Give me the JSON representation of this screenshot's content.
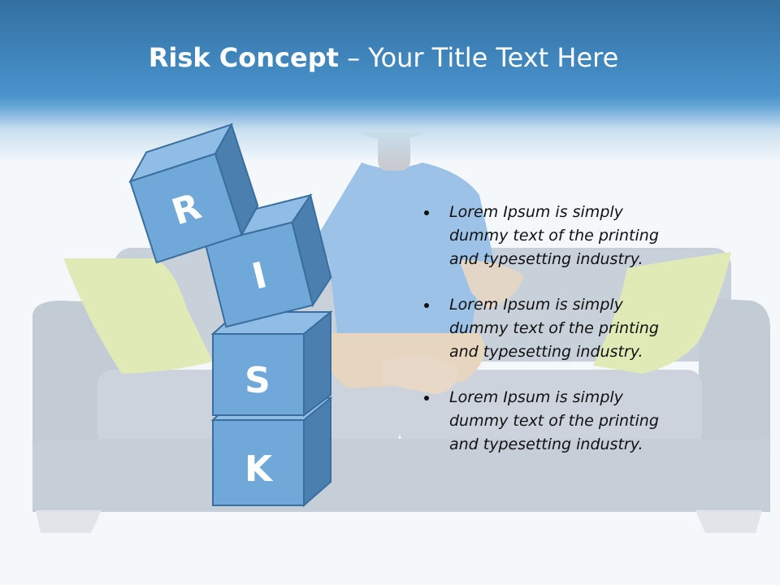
{
  "slide": {
    "title_bold": "Risk Concept",
    "title_rest": " – Your Title Text Here",
    "cube_letters": [
      "R",
      "I",
      "S",
      "K"
    ],
    "bullets": [
      "Lorem Ipsum is simply dummy text of the printing and typesetting industry.",
      "Lorem Ipsum is simply dummy text of the printing and typesetting industry.",
      "Lorem Ipsum is simply dummy text of the printing and typesetting industry."
    ],
    "colors": {
      "header_blue": "#3d82b8",
      "cube_face": "#6fa8d9",
      "cube_side": "#4a7fb0",
      "cube_top": "#8fbde6",
      "cube_edge": "#3a6e9e",
      "sofa_gray": "#c4ccd6",
      "pillow_green": "#dbe8b0"
    }
  }
}
